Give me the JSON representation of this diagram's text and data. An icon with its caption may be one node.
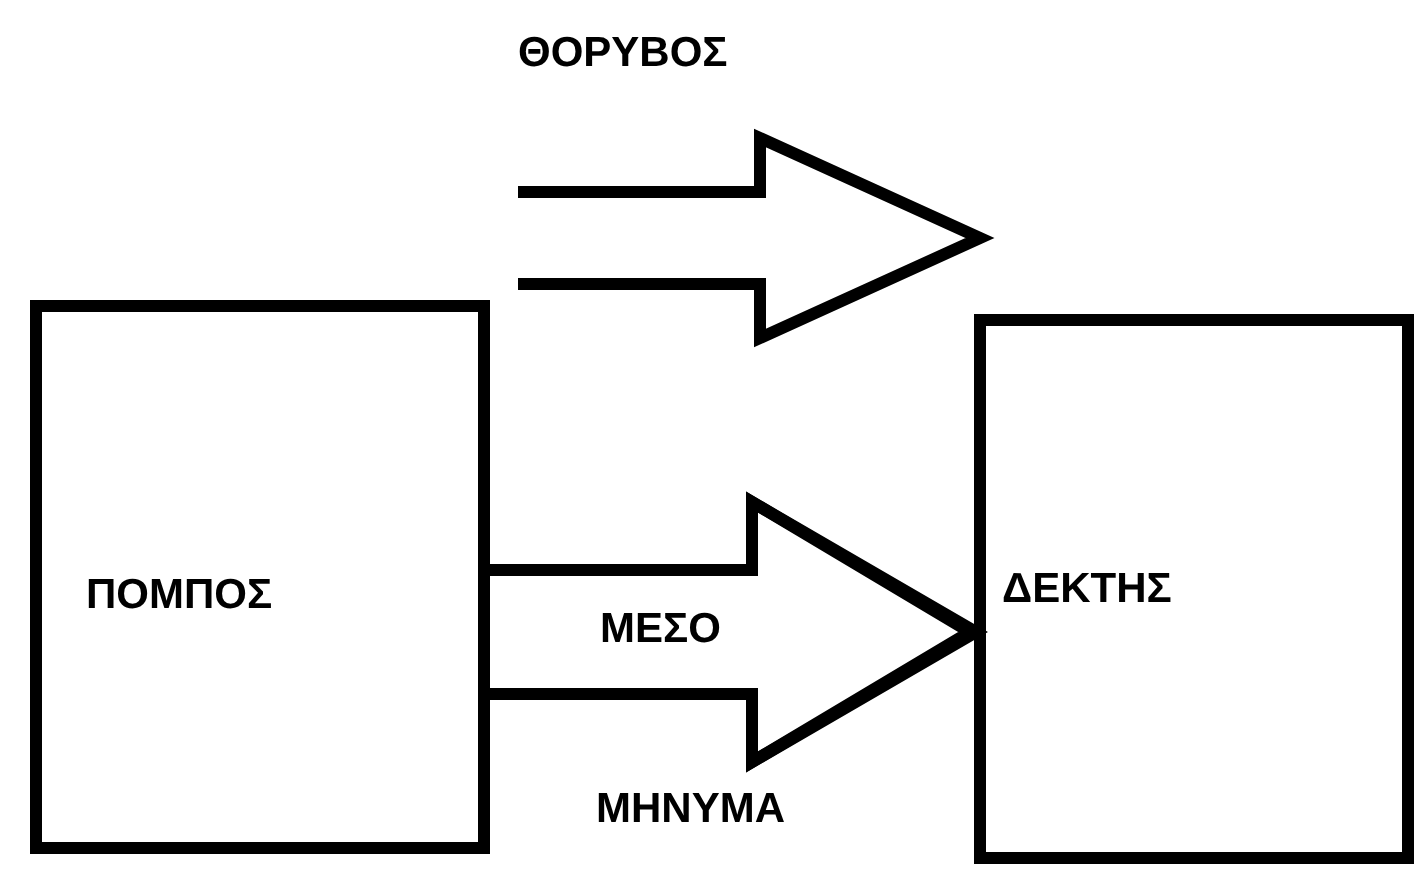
{
  "diagram": {
    "nodes": [
      {
        "text": [
          "ΠΟΜΠΟΣ"
        ]
      },
      {
        "text": [
          "ΔΕΚΤΗΣ"
        ]
      }
    ],
    "edges": [
      {
        "from": 0,
        "to": 1,
        "arrow": "to",
        "label": "ΜΕΣΟ"
      }
    ],
    "labels": [
      "ΘΟΡΥΒΟΣ",
      "ΜΗΝΥΜΑ"
    ]
  }
}
